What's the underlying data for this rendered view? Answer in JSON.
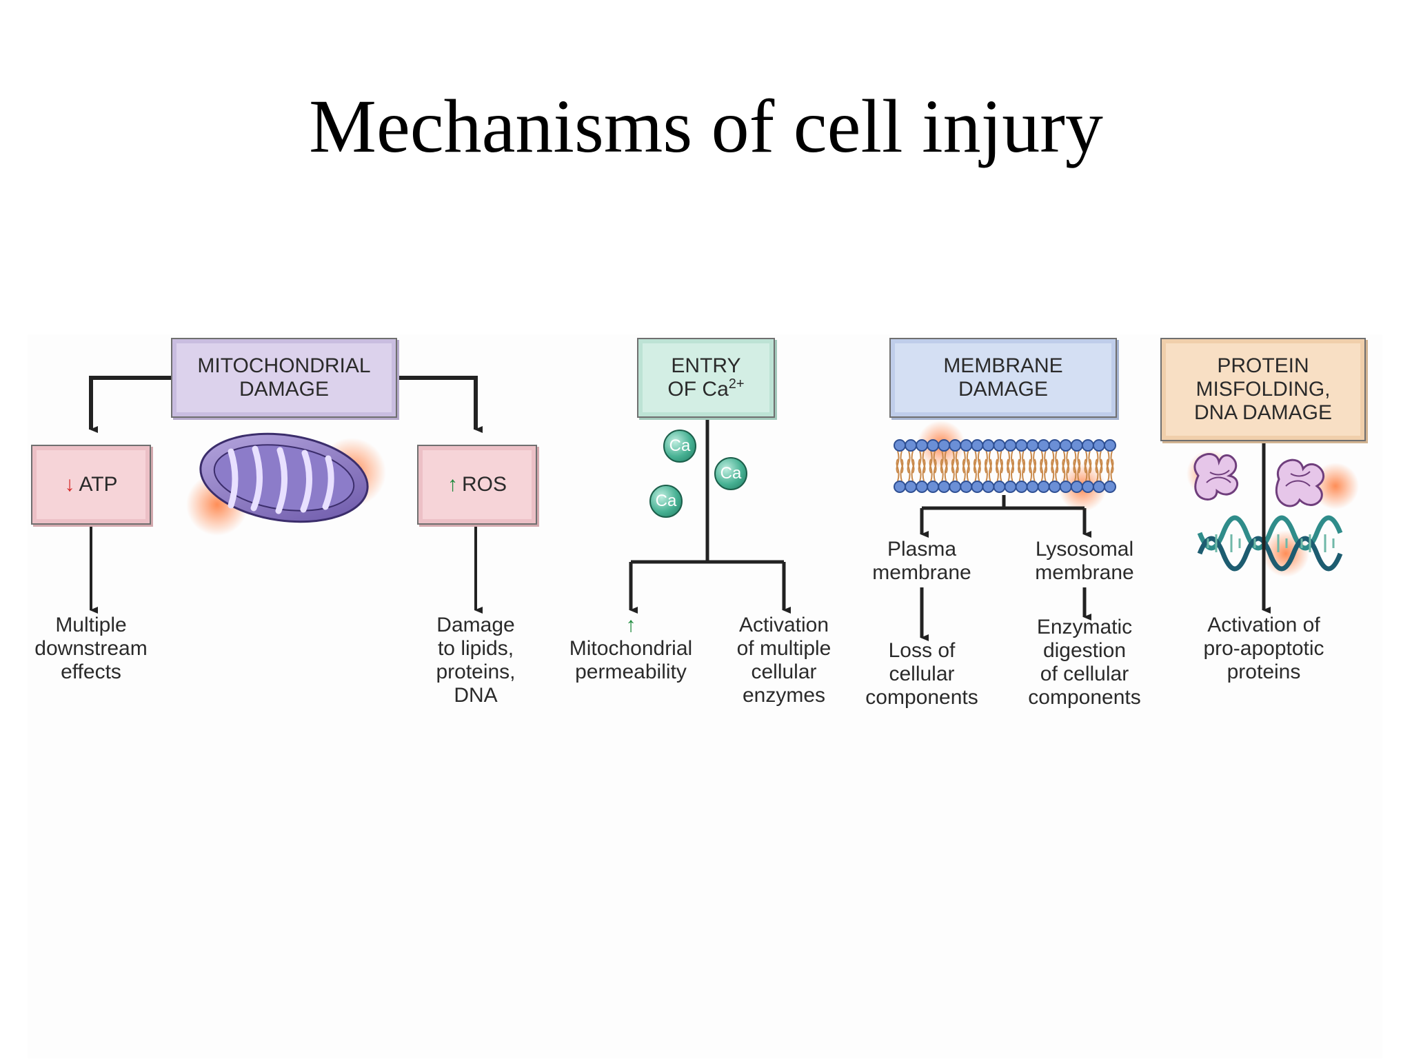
{
  "title": "Mechanisms of cell injury",
  "colors": {
    "mito_box": "#dcd2ec",
    "atp_box": "#f6d4d8",
    "ros_box": "#f6d4d8",
    "ca_box": "#d3eee4",
    "membrane_box": "#d4dff3",
    "protein_box": "#f8dfc4",
    "arrow_down": "#d52b2b",
    "arrow_up": "#1d8a3c"
  },
  "mitochondrial": {
    "box_line1": "MITOCHONDRIAL",
    "box_line2": "DAMAGE",
    "atp_label": "ATP",
    "atp_icon": "red-down-arrow",
    "ros_label": "ROS",
    "ros_icon": "green-up-arrow",
    "atp_effect": [
      "Multiple",
      "downstream",
      "effects"
    ],
    "ros_effect": [
      "Damage",
      "to lipids,",
      "proteins,",
      "DNA"
    ]
  },
  "calcium": {
    "box_line1": "ENTRY",
    "box_line2_base": "OF Ca",
    "box_line2_sup": "2+",
    "ion_label": "Ca",
    "effect_left_arrow": "green-up-arrow",
    "effect_left": [
      "Mitochondrial",
      "permeability"
    ],
    "effect_right": [
      "Activation",
      "of multiple",
      "cellular",
      "enzymes"
    ]
  },
  "membrane": {
    "box_line1": "MEMBRANE",
    "box_line2": "DAMAGE",
    "branch_left": [
      "Plasma",
      "membrane"
    ],
    "branch_right": [
      "Lysosomal",
      "membrane"
    ],
    "effect_left": [
      "Loss of",
      "cellular",
      "components"
    ],
    "effect_right": [
      "Enzymatic",
      "digestion",
      "of cellular",
      "components"
    ]
  },
  "protein": {
    "box_line1": "PROTEIN",
    "box_line2": "MISFOLDING,",
    "box_line3": "DNA DAMAGE",
    "effect": [
      "Activation of",
      "pro-apoptotic",
      "proteins"
    ]
  }
}
